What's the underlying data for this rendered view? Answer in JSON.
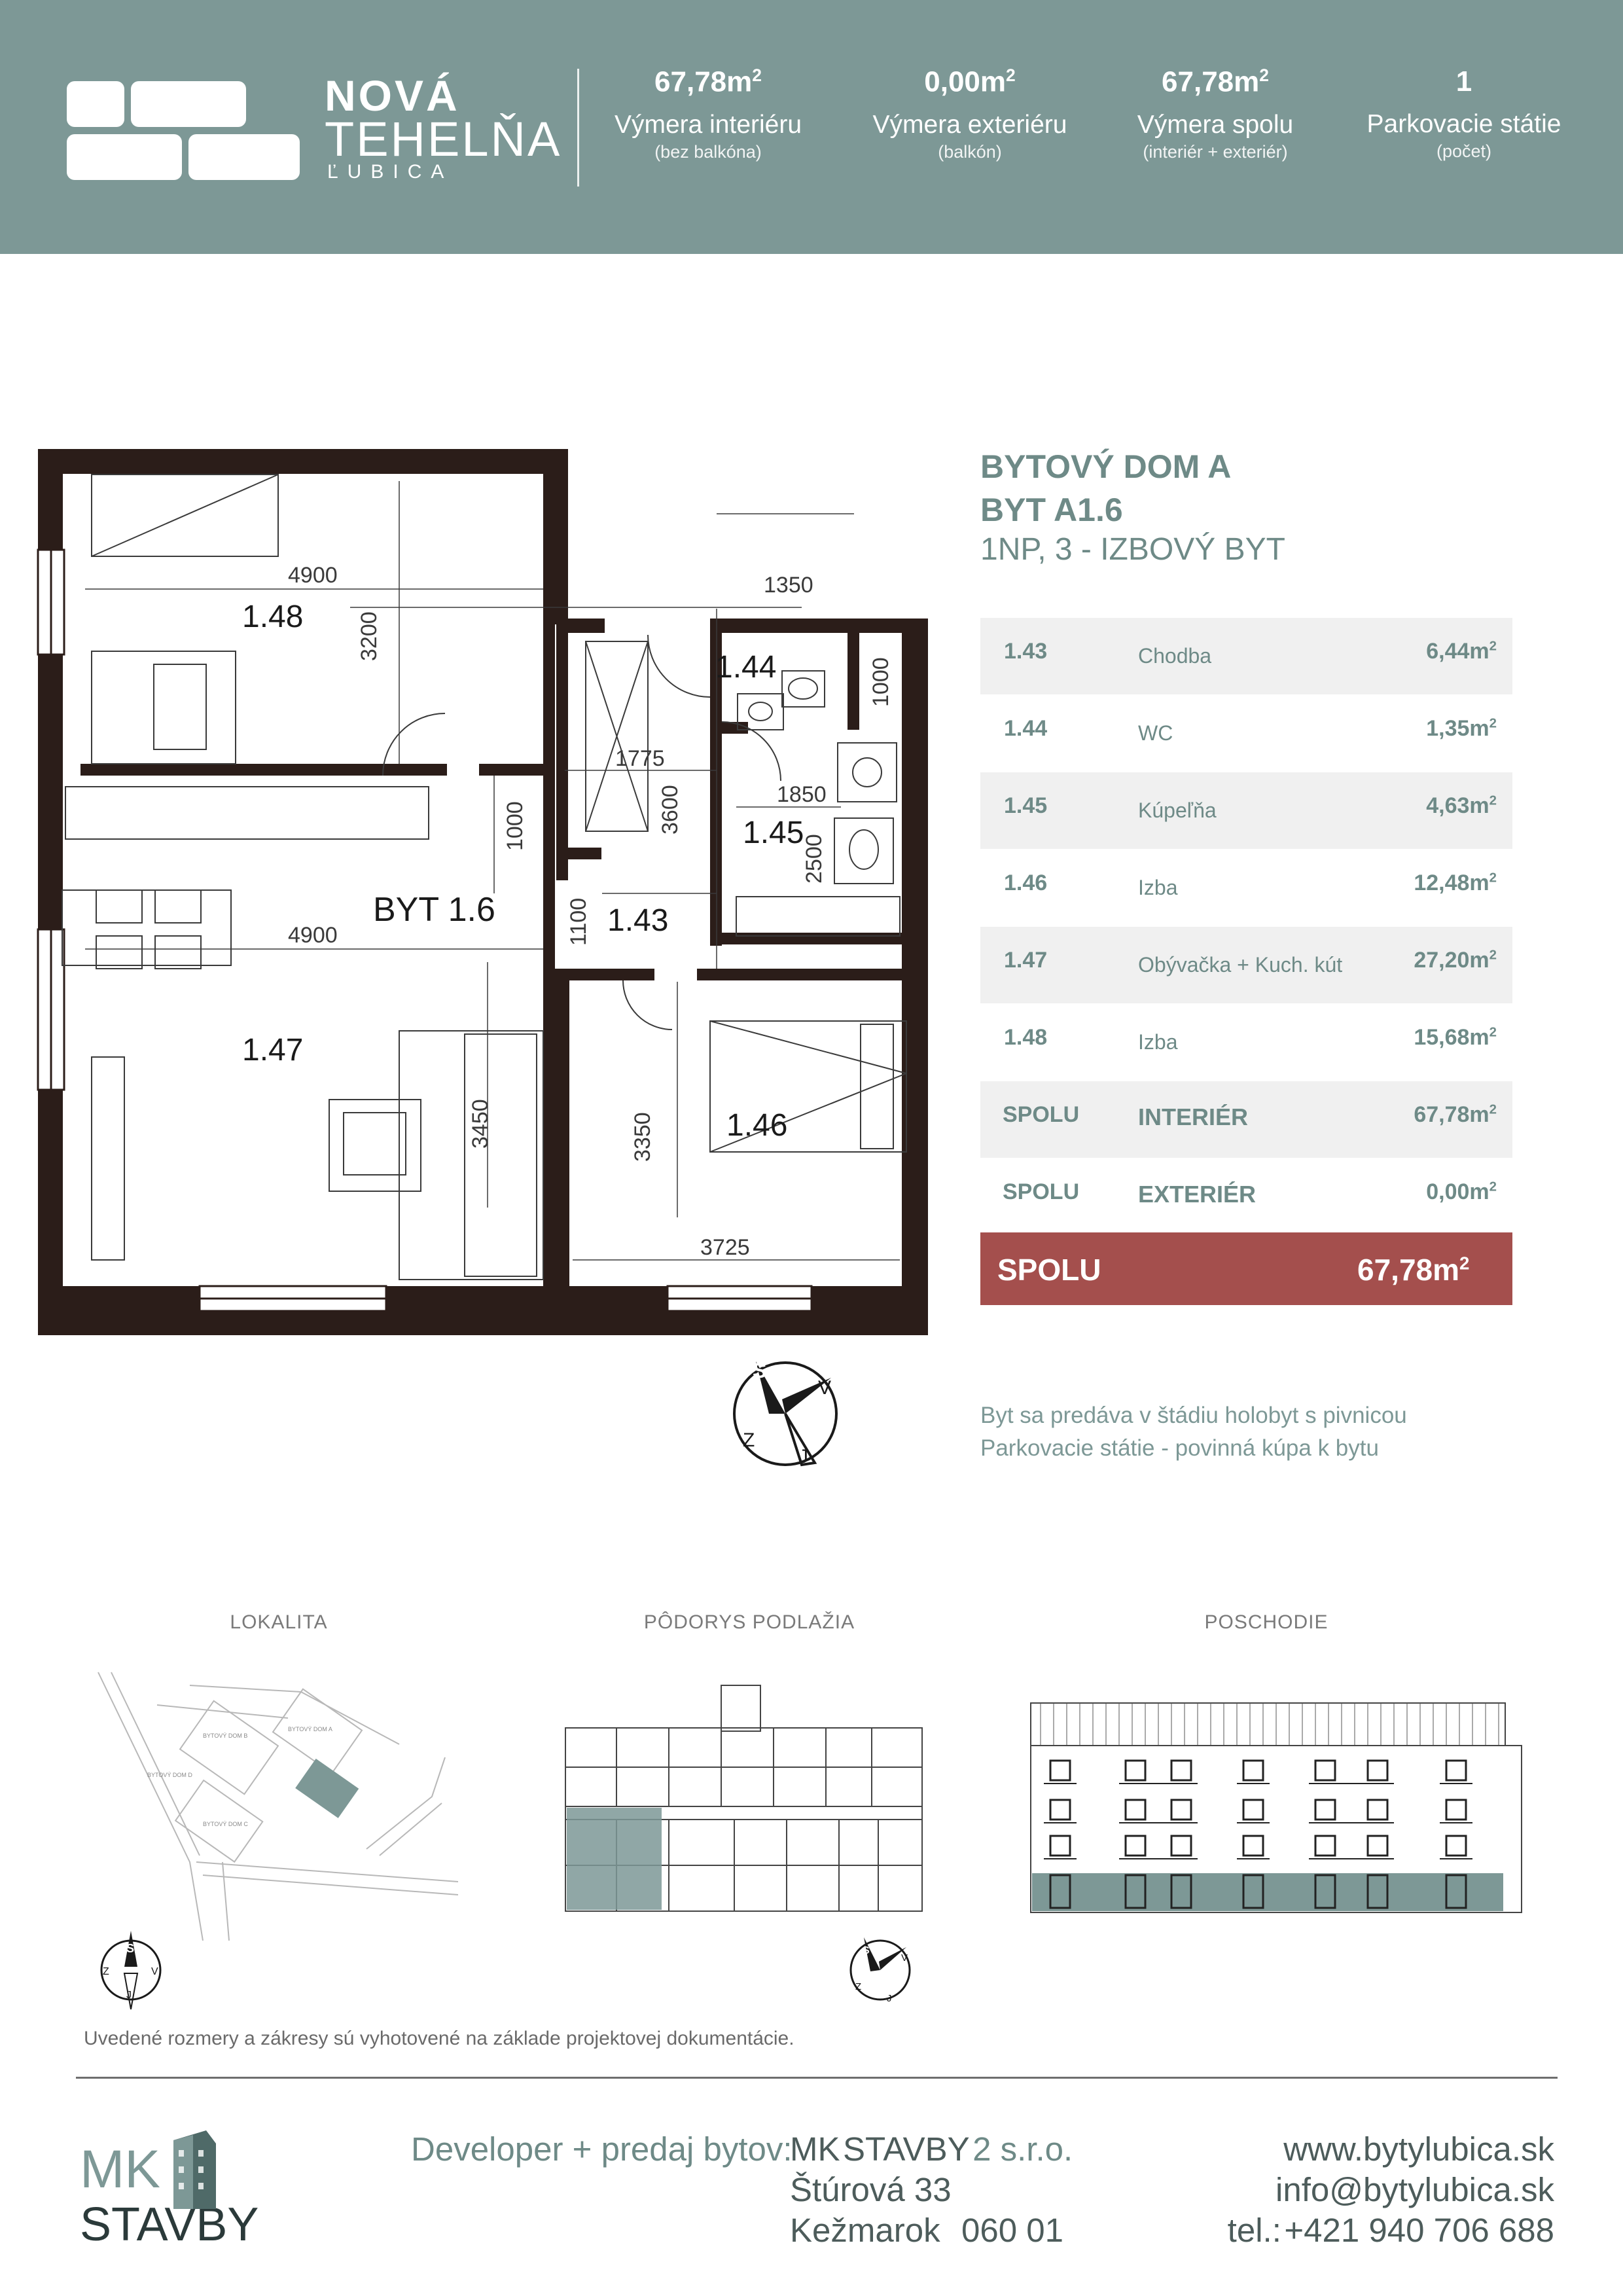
{
  "brand": {
    "line1": "NOVÁ",
    "line2": "TEHELŇA",
    "line3": "ĽUBICA"
  },
  "stats": [
    {
      "value": "67,78m",
      "label": "Výmera interiéru",
      "sub": "(bez balkóna)"
    },
    {
      "value": "0,00m",
      "label": "Výmera exteriéru",
      "sub": "(balkón)"
    },
    {
      "value": "67,78m",
      "label": "Výmera spolu",
      "sub": "(interiér + exteriér)"
    },
    {
      "value": "1",
      "label": "Parkovacie státie",
      "sub": "(počet)"
    }
  ],
  "title": {
    "building": "BYTOVÝ DOM A",
    "unit": "BYT A1.6",
    "type": "1NP, 3 - IZBOVÝ BYT"
  },
  "rooms": [
    {
      "id": "1.43",
      "name": "Chodba",
      "area": "6,44m"
    },
    {
      "id": "1.44",
      "name": "WC",
      "area": "1,35m"
    },
    {
      "id": "1.45",
      "name": "Kúpeľňa",
      "area": "4,63m"
    },
    {
      "id": "1.46",
      "name": "Izba",
      "area": "12,48m"
    },
    {
      "id": "1.47",
      "name": "Obývačka + Kuch. kút",
      "area": "27,20m"
    },
    {
      "id": "1.48",
      "name": "Izba",
      "area": "15,68m"
    }
  ],
  "summary": [
    {
      "label": "SPOLU",
      "name": "INTERIÉR",
      "area": "67,78m"
    },
    {
      "label": "SPOLU",
      "name": "EXTERIÉR",
      "area": "0,00m"
    }
  ],
  "total": {
    "label": "SPOLU",
    "area": "67,78m"
  },
  "notes": {
    "line1": "Byt sa predáva v štádiu holobyt s pivnicou",
    "line2": "Parkovacie státie - povinná kúpa k bytu"
  },
  "plan": {
    "unit_label": "BYT 1.6",
    "room_labels": [
      "1.48",
      "1.44",
      "1.45",
      "1.43",
      "1.47",
      "1.46"
    ],
    "dims": [
      "4900",
      "3200",
      "1350",
      "1000",
      "1775",
      "1850",
      "3600",
      "2500",
      "1000",
      "4900",
      "1100",
      "3450",
      "3350",
      "3725"
    ]
  },
  "compass": {
    "s": "S",
    "v": "V",
    "z": "Z",
    "j": "J"
  },
  "mini": {
    "lokalita": "LOKALITA",
    "podorys": "PÔDORYS PODLAŽIA",
    "poschodie": "POSCHODIE",
    "building_labels": [
      "BYTOVÝ DOM B",
      "BYTOVÝ DOM A",
      "BYTOVÝ DOM C",
      "BYTOVÝ DOM D"
    ]
  },
  "disclaimer": "Uvedené rozmery a zákresy sú vyhotovené na základe projektovej dokumentácie.",
  "footer": {
    "logo_top": "MK",
    "logo_bottom": "STAVBY",
    "dev_label": "Developer + predaj bytov:",
    "company_a": "MK",
    "company_b": "STAVBY",
    "company_c": "2 s.r.o.",
    "street": "Štúrová 33",
    "city": "Kežmarok",
    "zip": "060 01",
    "web": "www.bytylubica.sk",
    "email": "info@bytylubica.sk",
    "phone_label": "tel.:",
    "phone": "+421 940 706  688"
  },
  "colors": {
    "header": "#7d9896",
    "accent_text": "#6e8a87",
    "total_bar": "#a44f4d",
    "wall": "#2b1d19"
  }
}
